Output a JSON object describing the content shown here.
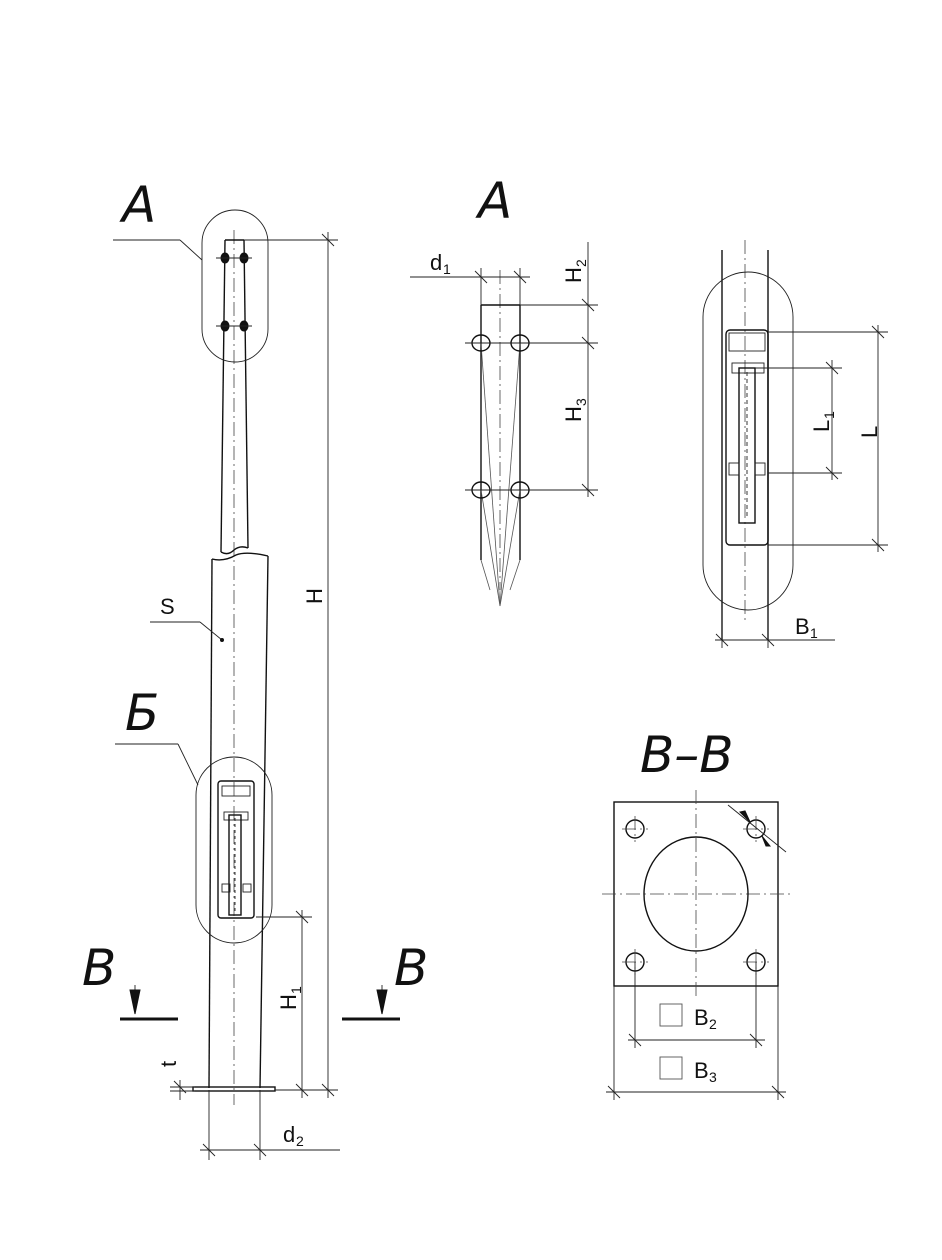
{
  "views": {
    "a_callout": "А",
    "a_detail": "А",
    "b_callout": "Б",
    "v_left": "В",
    "v_right": "В",
    "section": "В–В"
  },
  "dims": {
    "H": "H",
    "S": "S",
    "t": "t",
    "H1": "H",
    "H1_sub": "1",
    "d2": "d",
    "d2_sub": "2",
    "d1": "d",
    "d1_sub": "1",
    "H2": "H",
    "H2_sub": "2",
    "H3": "H",
    "H3_sub": "3",
    "L": "L",
    "L1": "L",
    "L1_sub": "1",
    "B1": "B",
    "B1_sub": "1",
    "B2": "B",
    "B2_sub": "2",
    "B3": "B",
    "B3_sub": "3"
  }
}
